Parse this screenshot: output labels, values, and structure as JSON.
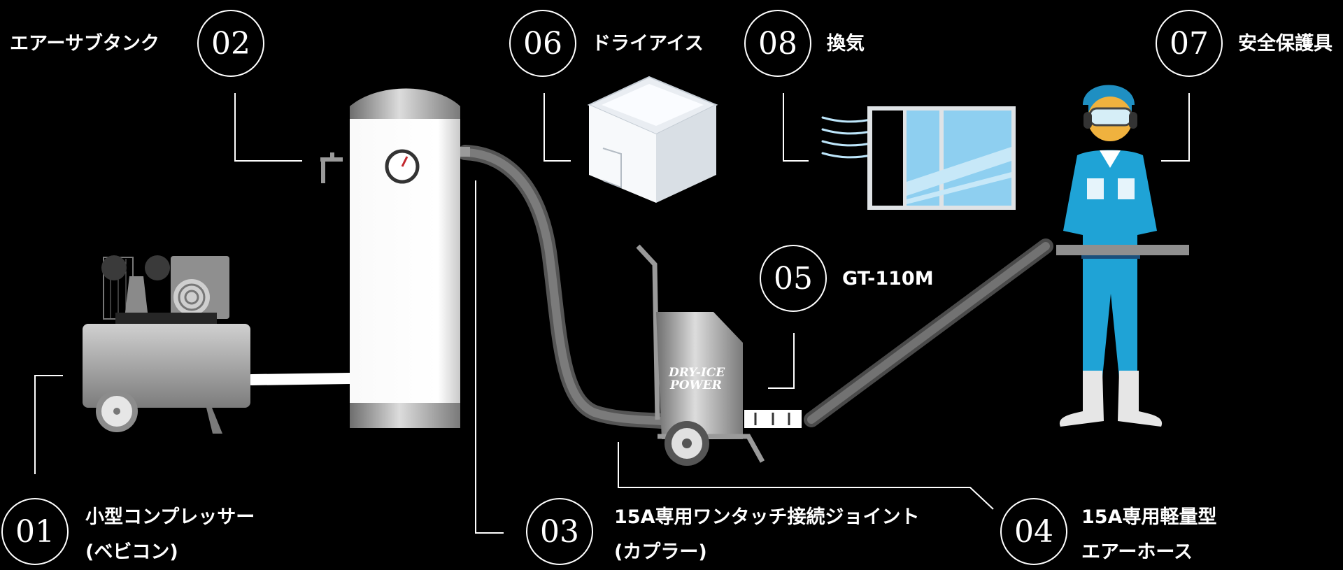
{
  "items": [
    {
      "number": "01",
      "label_lines": [
        "小型コンプレッサー",
        "(ベビコン)"
      ]
    },
    {
      "number": "02",
      "label_lines": [
        "エアーサブタンク"
      ]
    },
    {
      "number": "03",
      "label_lines": [
        "15A専用ワンタッチ接続ジョイント",
        "(カプラー)"
      ]
    },
    {
      "number": "04",
      "label_lines": [
        "15A専用軽量型",
        "エアーホース"
      ]
    },
    {
      "number": "05",
      "label_lines": [
        "GT-110M"
      ]
    },
    {
      "number": "06",
      "label_lines": [
        "ドライアイス"
      ]
    },
    {
      "number": "07",
      "label_lines": [
        "安全保護具"
      ]
    },
    {
      "number": "08",
      "label_lines": [
        "換気"
      ]
    }
  ],
  "machine_logo": [
    "DRY-ICE",
    "POWER"
  ],
  "colors": {
    "background": "#000000",
    "line": "#ffffff",
    "worker_suit": "#1fa3d6",
    "window_glass": "#8ecff0",
    "metal": "#b8b8b8"
  },
  "icons": [
    "compressor-icon",
    "air-tank-icon",
    "dry-ice-box-icon",
    "ventilation-window-icon",
    "blasting-machine-icon",
    "worker-icon",
    "air-hose-icon"
  ]
}
